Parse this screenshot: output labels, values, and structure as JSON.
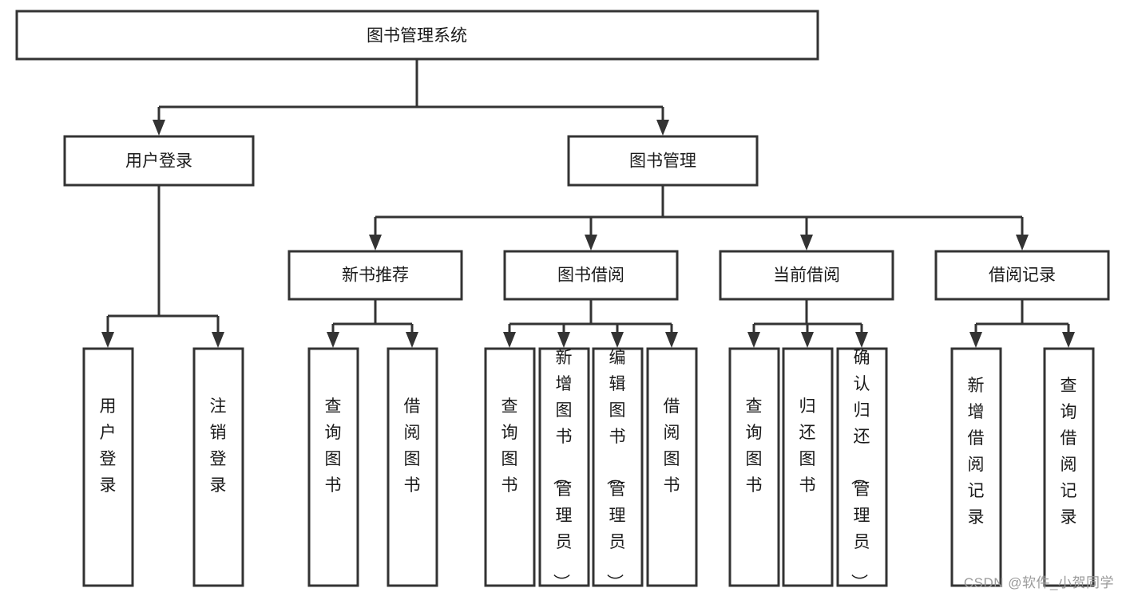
{
  "diagram": {
    "type": "tree-hierarchy-chart",
    "title": "图书管理系统",
    "watermark": "CSDN @软件_小贺同学",
    "colors": {
      "stroke": "#333333",
      "fill": "#ffffff",
      "text": "#1a1a1a",
      "watermark": "#9a9a9a"
    },
    "levels": {
      "root": {
        "label": "图书管理系统"
      },
      "level2": [
        {
          "label": "用户登录"
        },
        {
          "label": "图书管理"
        }
      ],
      "level3": [
        {
          "label": "新书推荐"
        },
        {
          "label": "图书借阅"
        },
        {
          "label": "当前借阅"
        },
        {
          "label": "借阅记录"
        }
      ],
      "leaves": {
        "user_login": [
          {
            "label": "用户登录"
          },
          {
            "label": "注销登录"
          }
        ],
        "new_book_recommend": [
          {
            "label": "查询图书"
          },
          {
            "label": "借阅图书"
          }
        ],
        "book_borrow": [
          {
            "label": "查询图书"
          },
          {
            "label": "新增图书（管理员）"
          },
          {
            "label": "编辑图书（管理员）"
          },
          {
            "label": "借阅图书"
          }
        ],
        "current_borrow": [
          {
            "label": "查询图书"
          },
          {
            "label": "归还图书"
          },
          {
            "label": "确认归还（管理员）"
          }
        ],
        "borrow_record": [
          {
            "label": "新增借阅记录"
          },
          {
            "label": "查询借阅记录"
          }
        ]
      }
    }
  }
}
